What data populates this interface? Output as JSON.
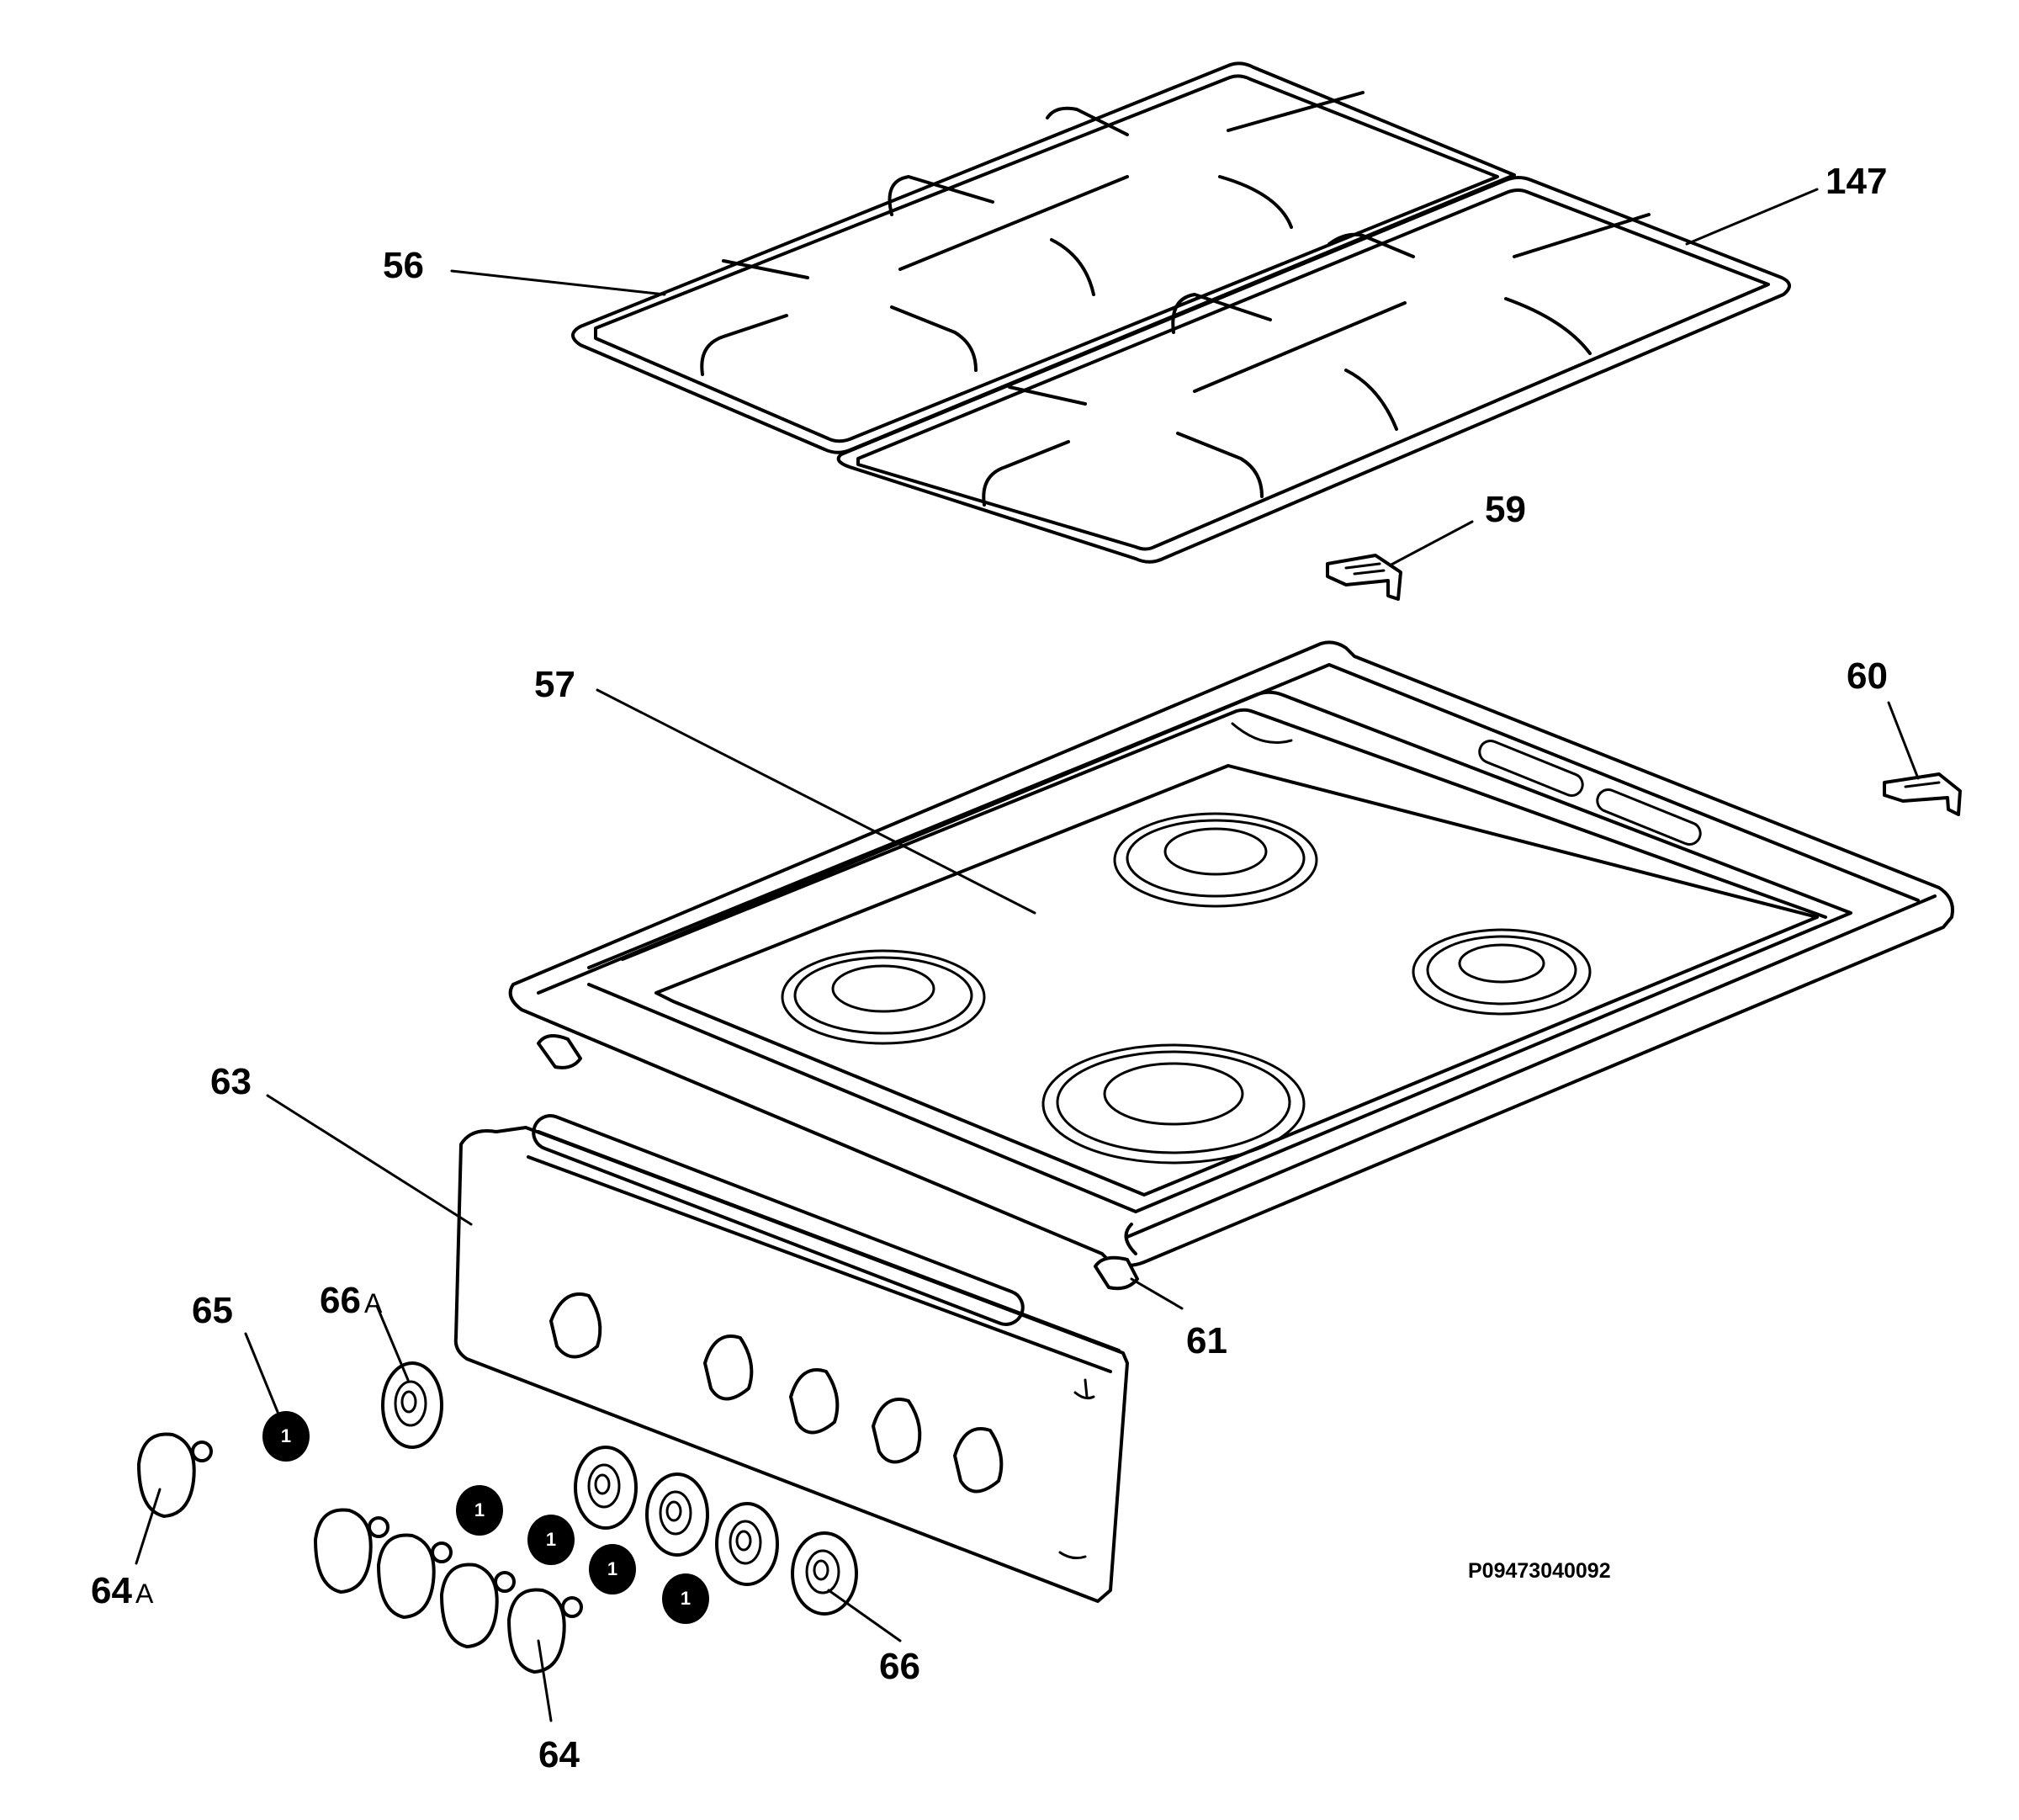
{
  "labels": {
    "pan_support_left": "56",
    "pan_support_right": "147",
    "clip_small": "59",
    "clip_right": "60",
    "hob_top": "57",
    "control_panel": "63",
    "clip_bottom": "61",
    "knob_insert": "65",
    "bezel_single_main": "66",
    "bezel_single_suffix": "A",
    "knob_single_main": "64",
    "knob_single_suffix": "A",
    "bezel": "66",
    "knob": "64"
  },
  "drawing_code": "P09473040092",
  "knob_insert_glyph": "1"
}
